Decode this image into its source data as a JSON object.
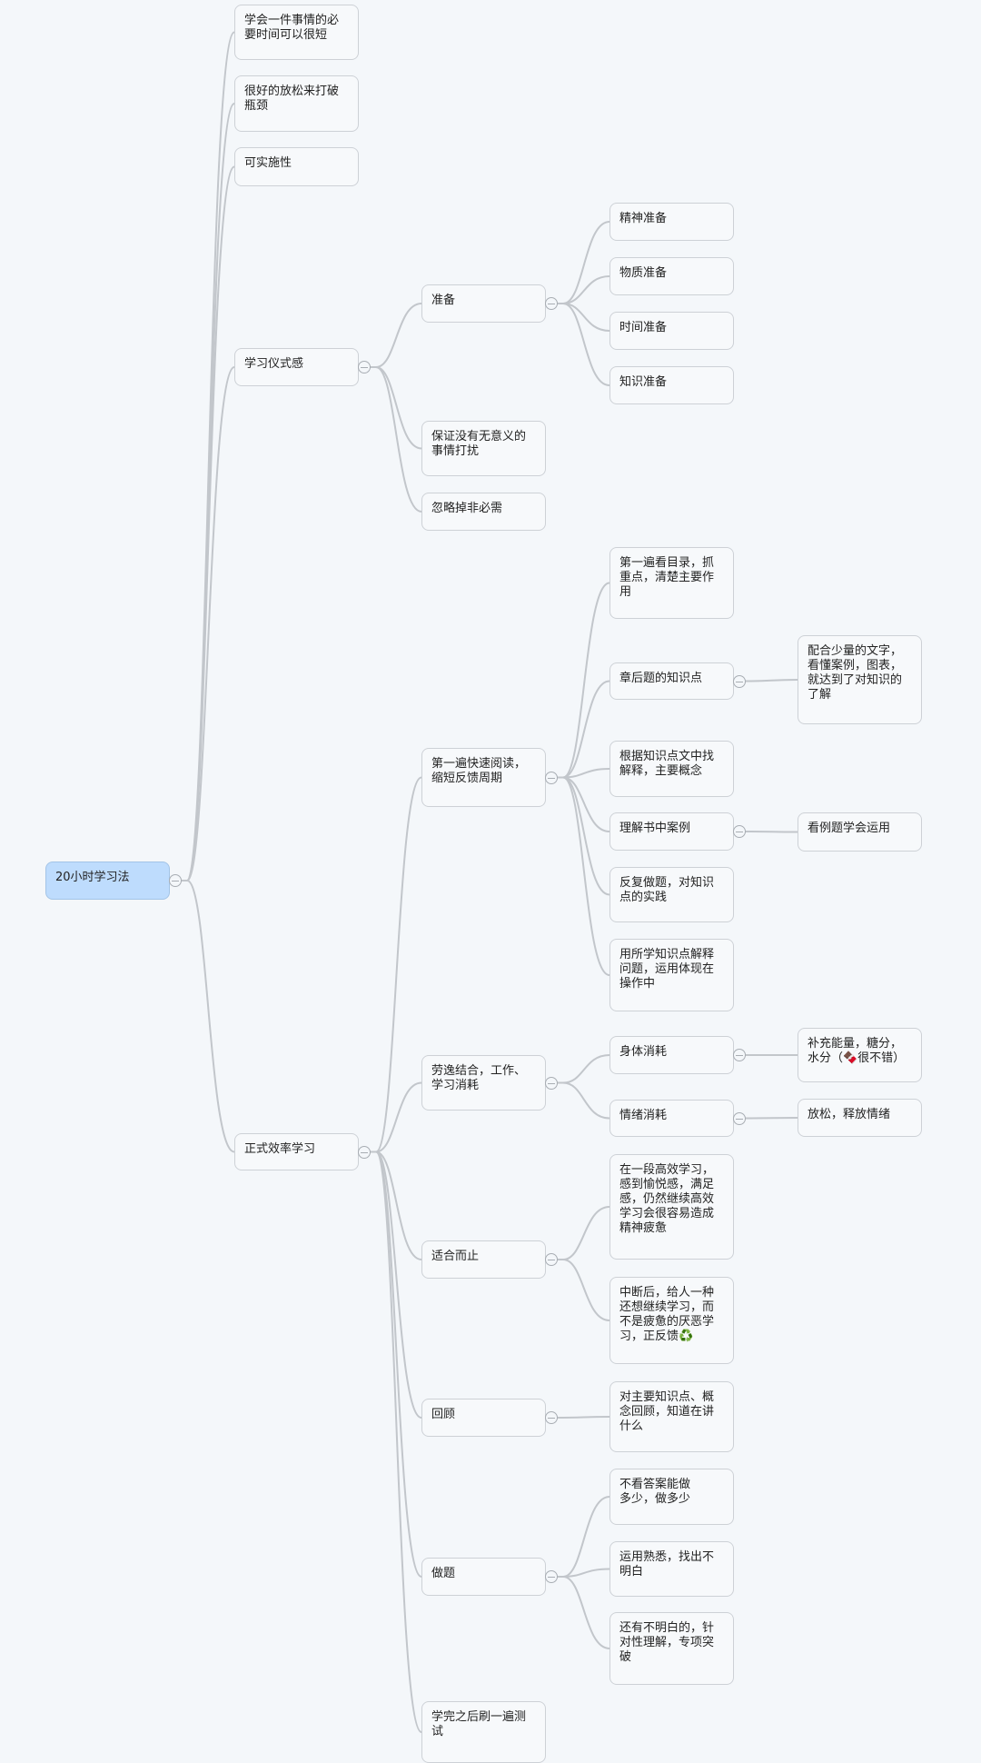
{
  "mindmap": {
    "root": {
      "text": "20小时学习法",
      "children": [
        {
          "text": "学会一件事情的必要时间可以很短"
        },
        {
          "text": "很好的放松来打破瓶颈"
        },
        {
          "text": "可实施性"
        },
        {
          "text": "学习仪式感",
          "children": [
            {
              "text": "准备",
              "children": [
                {
                  "text": "精神准备"
                },
                {
                  "text": "物质准备"
                },
                {
                  "text": "时间准备"
                },
                {
                  "text": "知识准备"
                }
              ]
            },
            {
              "text": "保证没有无意义的事情打扰"
            },
            {
              "text": "忽略掉非必需"
            }
          ]
        },
        {
          "text": "正式效率学习",
          "children": [
            {
              "text": "第一遍快速阅读，缩短反馈周期",
              "children": [
                {
                  "text": "第一遍看目录，抓重点，清楚主要作用"
                },
                {
                  "text": "章后题的知识点",
                  "children": [
                    {
                      "text": "配合少量的文字，看懂案例，图表，就达到了对知识的了解"
                    }
                  ]
                },
                {
                  "text": "根据知识点文中找解释，主要概念"
                },
                {
                  "text": "理解书中案例",
                  "children": [
                    {
                      "text": "看例题学会运用"
                    }
                  ]
                },
                {
                  "text": "反复做题，对知识点的实践"
                },
                {
                  "text": "用所学知识点解释问题，运用体现在操作中"
                }
              ]
            },
            {
              "text": "劳逸结合，工作、学习消耗",
              "children": [
                {
                  "text": "身体消耗",
                  "children": [
                    {
                      "text": "补充能量，糖分，水分（🍫很不错）"
                    }
                  ]
                },
                {
                  "text": "情绪消耗",
                  "children": [
                    {
                      "text": "放松，释放情绪"
                    }
                  ]
                }
              ]
            },
            {
              "text": "适合而止",
              "children": [
                {
                  "text": "在一段高效学习，感到愉悦感，满足感，仍然继续高效学习会很容易造成精神疲惫"
                },
                {
                  "text": "中断后，给人一种还想继续学习，而不是疲惫的厌恶学习，正反馈♻️"
                }
              ]
            },
            {
              "text": "回顾",
              "children": [
                {
                  "text": "对主要知识点、概念回顾，知道在讲什么"
                }
              ]
            },
            {
              "text": "做题",
              "children": [
                {
                  "text": "不看答案能做\n多少，做多少"
                },
                {
                  "text": "运用熟悉，找出不明白"
                },
                {
                  "text": "还有不明白的，针对性理解，专项突破"
                }
              ]
            },
            {
              "text": "学完之后刷一遍测试"
            }
          ]
        }
      ]
    },
    "colors": {
      "link": "#c2c6cb",
      "root_fill": "#bedcfd",
      "node_fill": "#f7f9fb"
    }
  }
}
